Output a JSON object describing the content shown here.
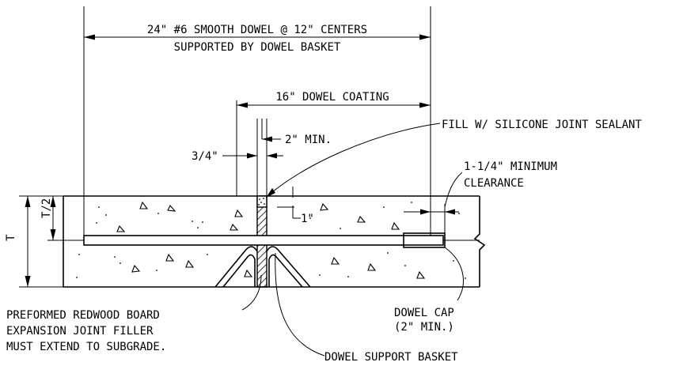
{
  "title": "",
  "labels": {
    "dowel_line1": "24\" #6 SMOOTH DOWEL @ 12\" CENTERS",
    "dowel_line2": "SUPPORTED BY DOWEL BASKET",
    "coating": "16\" DOWEL COATING",
    "sealant": "FILL W/ SILICONE JOINT SEALANT",
    "min2": "2\" MIN.",
    "three_quarter": "3/4\"",
    "one_inch": "1\"",
    "clearance_line1": "1-1/4\" MINIMUM",
    "clearance_line2": "CLEARANCE",
    "half_t": "T/2",
    "t": "T",
    "redwood_line1": "PREFORMED REDWOOD BOARD",
    "redwood_line2": "EXPANSION JOINT FILLER",
    "redwood_line3": "MUST EXTEND TO SUBGRADE.",
    "cap_line1": "DOWEL CAP",
    "cap_line2": "(2\" MIN.)",
    "basket": "DOWEL SUPPORT BASKET"
  }
}
